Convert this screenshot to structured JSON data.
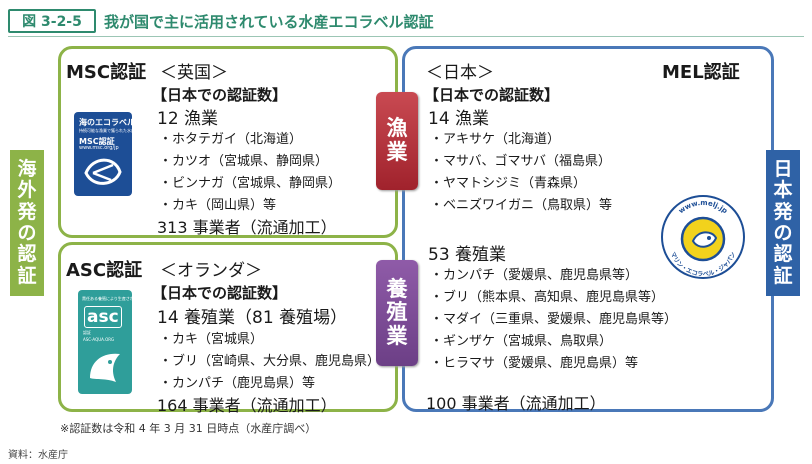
{
  "header": {
    "figure_no": "図 3-2-5",
    "title": "我が国で主に活用されている水産エコラベル認証"
  },
  "side_labels": {
    "overseas": [
      "海",
      "外",
      "発",
      "の",
      "認",
      "証"
    ],
    "japan": [
      "日",
      "本",
      "発",
      "の",
      "認",
      "証"
    ]
  },
  "category_labels": {
    "fishery": [
      "漁",
      "業"
    ],
    "aquaculture": [
      "養",
      "殖",
      "業"
    ]
  },
  "msc": {
    "name": "MSC認証",
    "origin": "＜英国＞",
    "count_heading": "【日本での認証数】",
    "count_line": "12 漁業",
    "items": [
      "・ホタテガイ（北海道）",
      "・カツオ（宮城県、静岡県）",
      "・ビンナガ（宮城県、静岡県）",
      "・カキ（岡山県）等"
    ],
    "businesses": "313 事業者（流通加工）",
    "logo": {
      "line1": "海のエコラベル",
      "line2": "持続可能な漁業で獲られた水産物",
      "line3": "MSC認証",
      "line4": "www.msc.org/jp"
    }
  },
  "asc": {
    "name": "ASC認証",
    "origin": "＜オランダ＞",
    "count_heading": "【日本での認証数】",
    "count_line": "14 養殖業（81 養殖場）",
    "items": [
      "・カキ（宮城県）",
      "・ブリ（宮崎県、大分県、鹿児島県）",
      "・カンパチ（鹿児島県）等"
    ],
    "businesses": "164 事業者（流通加工）",
    "logo": {
      "line1": "責任ある養殖により生産された水産物",
      "line2": "asc",
      "line3": "認証",
      "line4": "ASC-AQUA.ORG"
    }
  },
  "mel": {
    "name": "MEL認証",
    "origin": "＜日本＞",
    "count_heading": "【日本での認証数】",
    "fishery_line": "14 漁業",
    "fishery_items": [
      "・アキサケ（北海道）",
      "・マサバ、ゴマサバ（福島県）",
      "・ヤマトシジミ（青森県）",
      "・ベニズワイガニ（鳥取県）等"
    ],
    "aquaculture_line": "53 養殖業",
    "aquaculture_items": [
      "・カンパチ（愛媛県、鹿児島県等）",
      "・ブリ（熊本県、高知県、鹿児島県等）",
      "・マダイ（三重県、愛媛県、鹿児島県等）",
      "・ギンザケ（宮城県、鳥取県）",
      "・ヒラマサ（愛媛県、鹿児島県）等"
    ],
    "businesses": "100 事業者（流通加工）",
    "logo": {
      "url_text": "www.melj.jp",
      "arc_text": "マリン・エコラベル・ジャパン"
    }
  },
  "footnote": "※認証数は令和 4 年 3 月 31 日時点（水産庁調べ）",
  "source": "資料：水産庁",
  "colors": {
    "green_accent": "#2e8a6e",
    "msc_asc_border": "#8db348",
    "mel_border": "#4a78b8",
    "fishery_bar": "#a0222c",
    "aquaculture_bar": "#6c3f86",
    "japan_bar": "#2f62a6",
    "msc_logo": "#1d4e96",
    "asc_logo": "#2f9e9a",
    "mel_logo_yellow": "#f2d21c"
  }
}
